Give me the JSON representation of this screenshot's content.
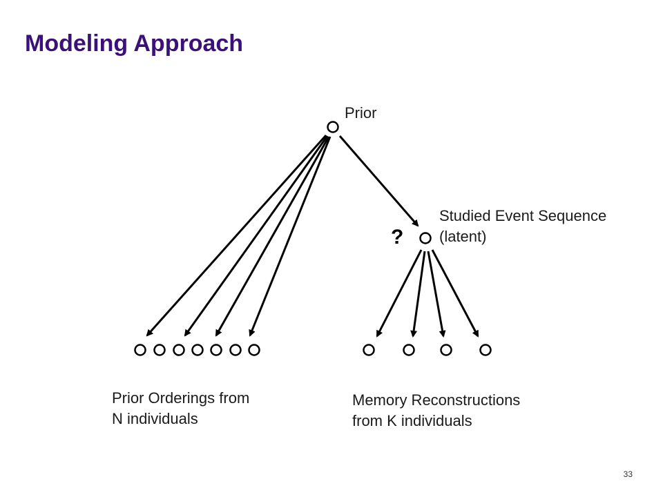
{
  "slide": {
    "title": "Modeling Approach",
    "page_number": "33"
  },
  "diagram": {
    "prior_label": "Prior",
    "latent_label_line1": "Studied Event Sequence",
    "latent_label_line2": "(latent)",
    "latent_marker": "?",
    "prior_orderings_line1": "Prior Orderings from",
    "prior_orderings_line2": "N individuals",
    "memory_line1": "Memory Reconstructions",
    "memory_line2": "from K individuals",
    "prior_ordering_node_count": 7,
    "reconstruction_node_count": 4
  }
}
